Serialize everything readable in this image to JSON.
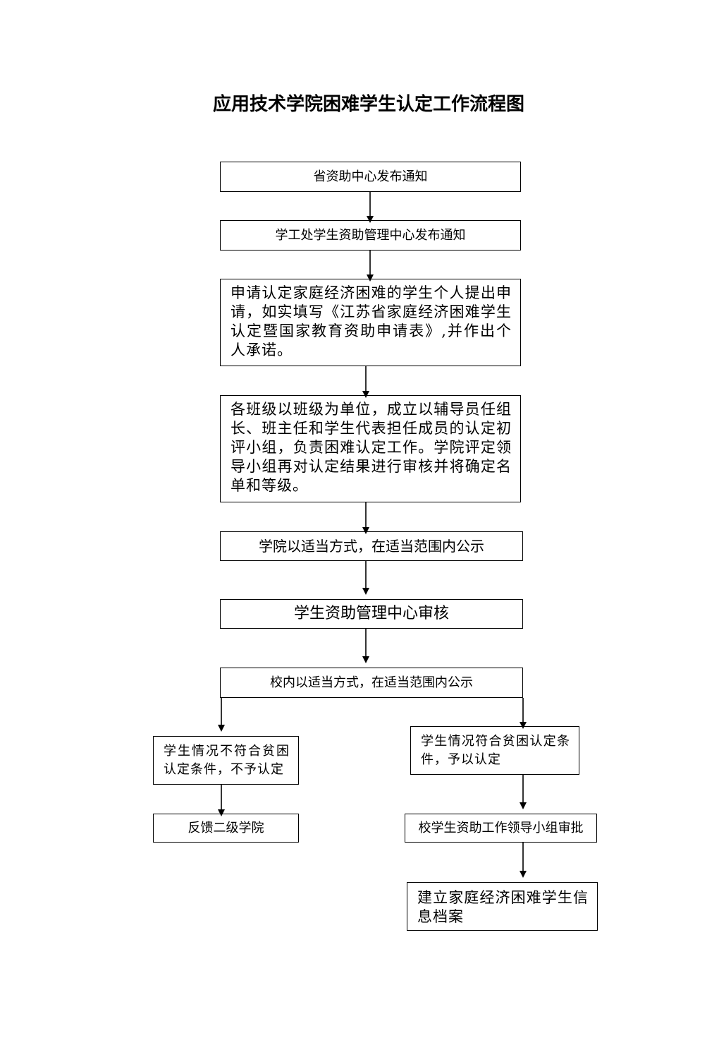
{
  "title": "应用技术学院困难学生认定工作流程图",
  "steps": {
    "provincial_notice": "省资助中心发布通知",
    "school_notice": "学工处学生资助管理中心发布通知",
    "application": "申请认定家庭经济困难的学生个人提出申请，如实填写《江苏省家庭经济困难学生认定暨国家教育资助申请表》,并作出个人承诺。",
    "class_review": "各班级以班级为单位，成立以辅导员任组长、班主任和学生代表担任成员的认定初评小组，负责困难认定工作。学院评定领导小组再对认定结果进行审核并将确定名单和等级。",
    "college_publicity": "学院以适当方式，在适当范围内公示",
    "center_review": "学生资助管理中心审核",
    "school_publicity": "校内以适当方式，在适当范围内公示",
    "not_qualified": "学生情况不符合贫困认定条件，不予认定",
    "feedback": "反馈二级学院",
    "qualified": "学生情况符合贫困认定条件，予以认定",
    "leader_approval": "校学生资助工作领导小组审批",
    "archive": "建立家庭经济困难学生信息档案"
  }
}
